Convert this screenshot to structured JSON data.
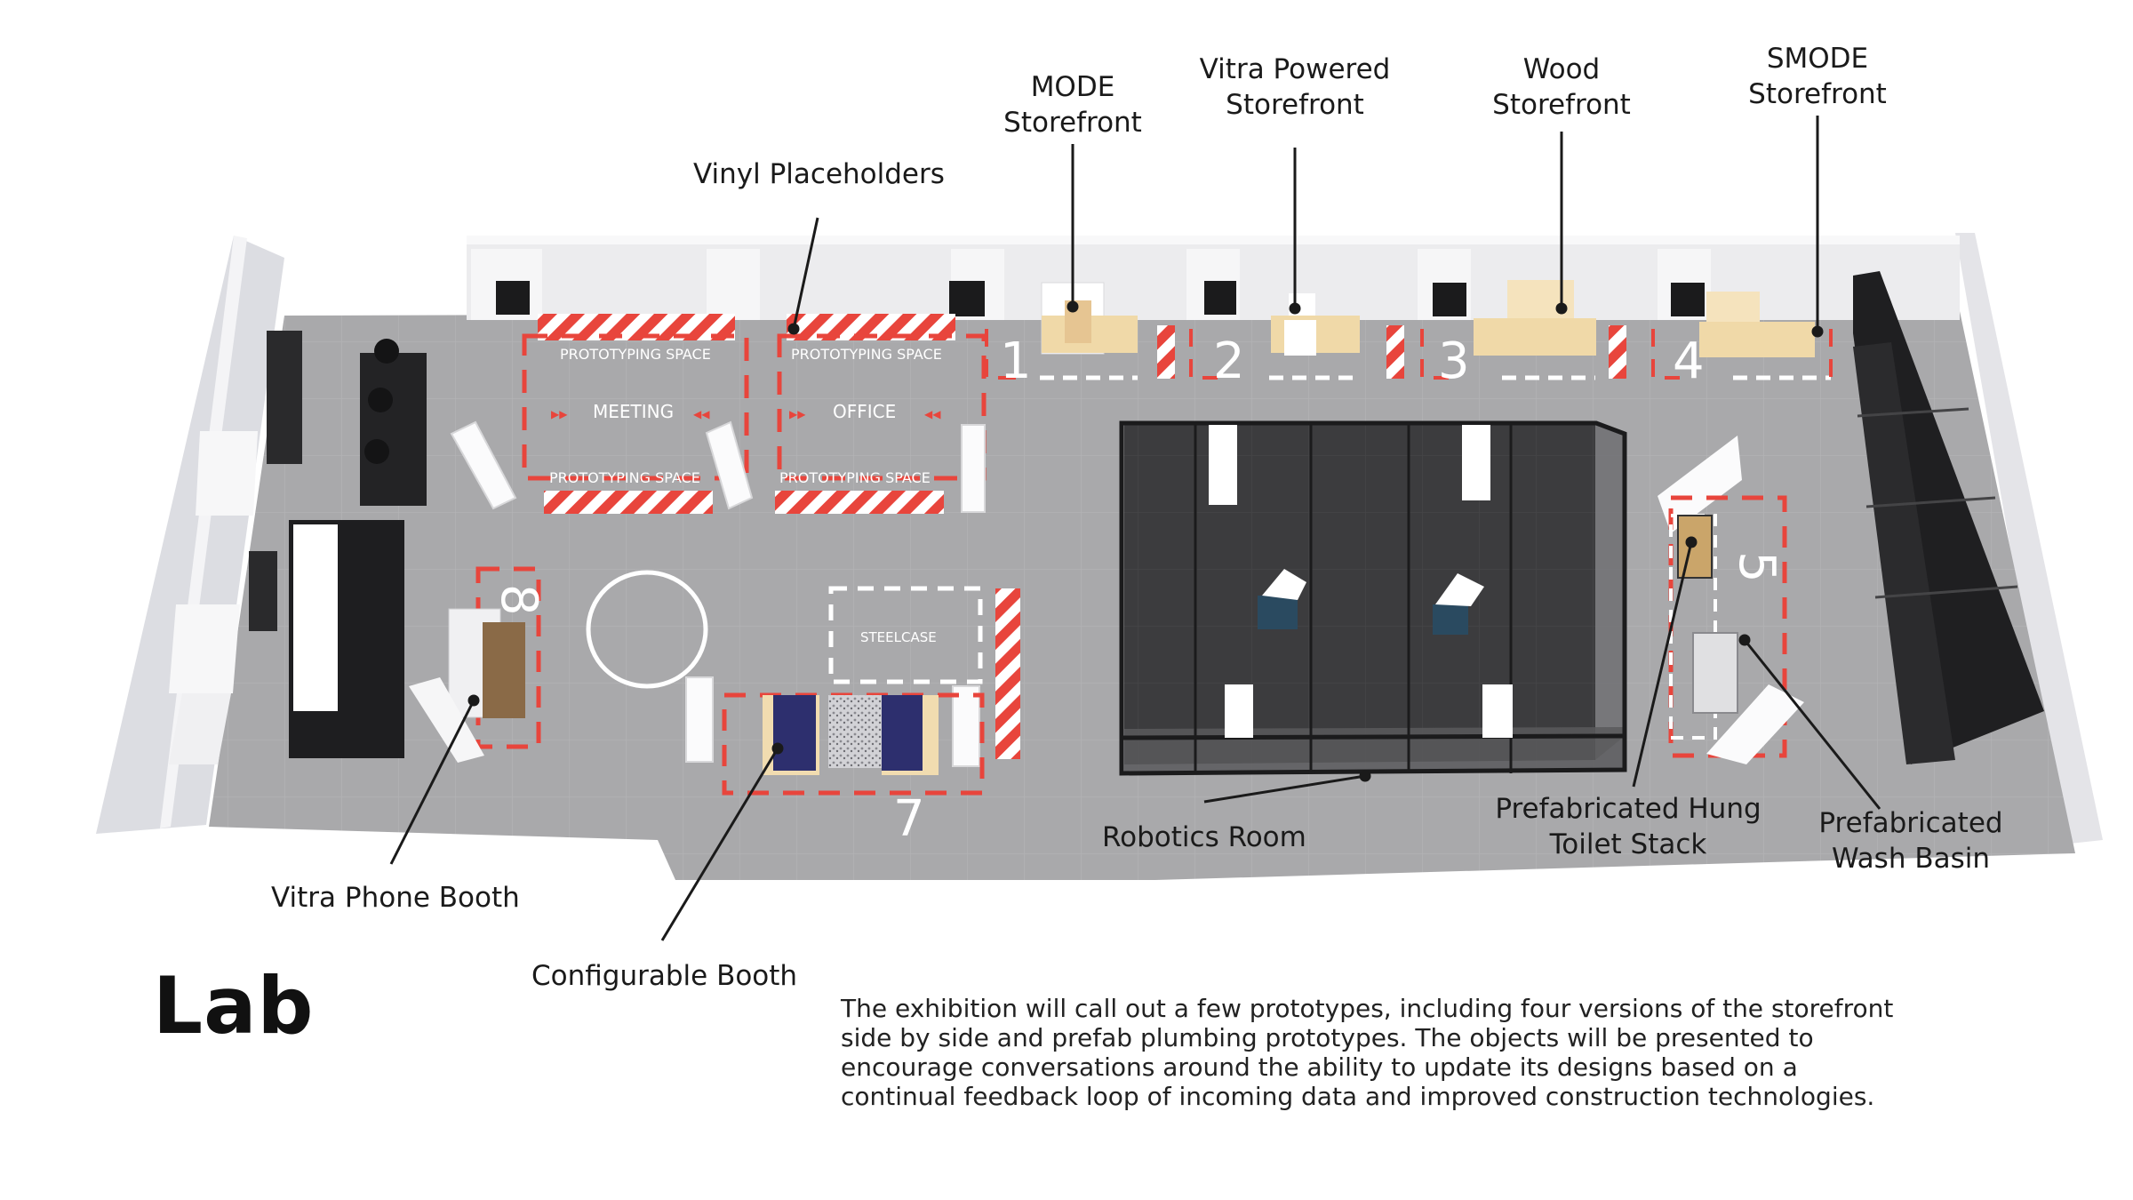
{
  "title": "Lab",
  "description": [
    "The exhibition will call out a few prototypes, including four versions of the storefront",
    "side by side and prefab plumbing prototypes. The objects will be presented to",
    "encourage conversations around the ability to update its designs based on a",
    "continual feedback loop of incoming data and improved construction technologies."
  ],
  "callouts": {
    "vinyl_placeholders": [
      "Vinyl Placeholders"
    ],
    "mode_storefront": [
      "MODE",
      "Storefront"
    ],
    "vitra_powered_storefront": [
      "Vitra Powered",
      "Storefront"
    ],
    "wood_storefront": [
      "Wood",
      "Storefront"
    ],
    "smode_storefront": [
      "SMODE",
      "Storefront"
    ],
    "vitra_phone_booth": [
      "Vitra Phone Booth"
    ],
    "configurable_booth": [
      "Configurable Booth"
    ],
    "robotics_room": [
      "Robotics Room"
    ],
    "prefab_toilet_stack": [
      "Prefabricated Hung",
      "Toilet Stack"
    ],
    "prefab_wash_basin": [
      "Prefabricated",
      "Wash Basin"
    ]
  },
  "floor_labels": {
    "prototyping_space": "PROTOTYPING SPACE",
    "meeting": "MEETING",
    "office": "OFFICE",
    "steelcase": "STEELCASE",
    "arrows_left": "▶▶",
    "arrows_right": "◀◀"
  },
  "zone_numbers": [
    "1",
    "2",
    "3",
    "4",
    "5",
    "7",
    "8"
  ],
  "colors": {
    "floor": "#a9a9ab",
    "wall": "#ececee",
    "accent_red": "#e8453c",
    "robot_room": "#3c3c3e",
    "wood": "#f0d9a8",
    "navy": "#2d2f6e"
  }
}
